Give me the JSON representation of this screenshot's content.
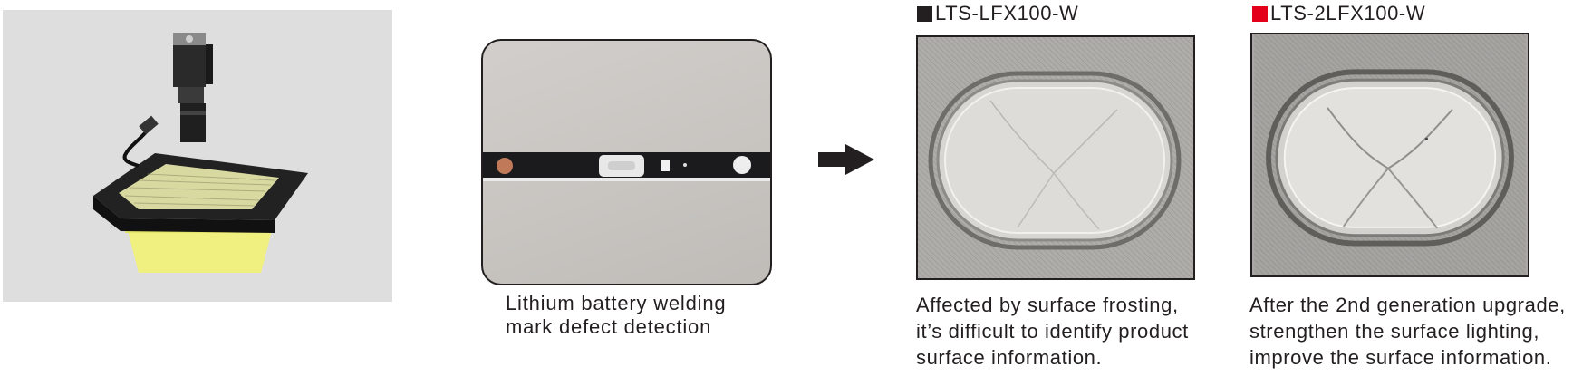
{
  "setup_render": {
    "icon": "camera-light-setup-render",
    "light_color": "#f2f27a"
  },
  "sample": {
    "caption_lines": [
      "Lithium battery welding",
      "mark defect detection"
    ]
  },
  "arrow": {
    "icon": "right-arrow-icon"
  },
  "results": [
    {
      "title": "LTS-LFX100-W",
      "square_color": "#231f20",
      "caption_lines": [
        "Affected by surface frosting,",
        "it’s difficult to identify product",
        "surface information."
      ]
    },
    {
      "title": "LTS-2LFX100-W",
      "square_color": "#e3001b",
      "caption_lines": [
        "After the 2nd generation upgrade,",
        "strengthen the surface lighting,",
        "improve the surface information."
      ]
    }
  ]
}
